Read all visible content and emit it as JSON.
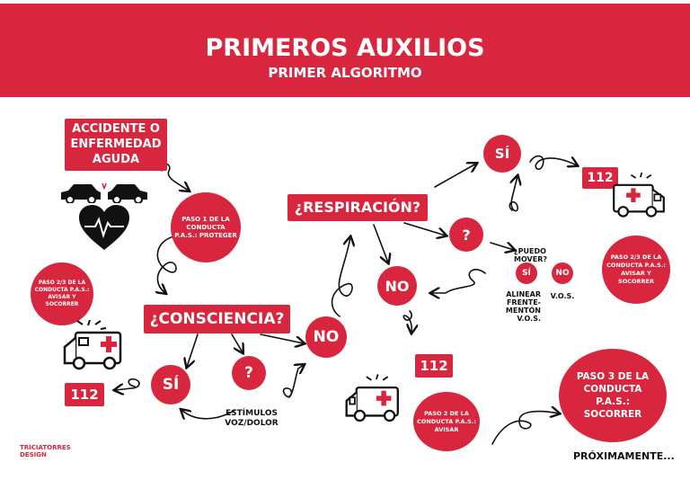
{
  "header": {
    "title": "PRIMEROS AUXILIOS",
    "subtitle": "PRIMER ALGORITMO"
  },
  "nodes": {
    "accidente": "ACCIDENTE O ENFERMEDAD AGUDA",
    "paso1": "PASO 1 DE LA CONDUCTA P.A.S.: PROTEGER",
    "consciencia": "¿CONSCIENCIA?",
    "paso23_left": "PASO 2/3 DE LA CONDUCTA P.A.S.: AVISAR Y SOCORRER",
    "si_left": "SÍ",
    "num_112_left": "112",
    "q_estimulos": "?",
    "estimulos": "ESTÍMULOS VOZ/DOLOR",
    "no_consciencia": "NO",
    "respiracion": "¿RESPIRACIÓN?",
    "si_top": "SÍ",
    "num_112_top": "112",
    "paso23_right": "PASO 2/3 DE LA CONDUCTA P.A.S.: AVISAR Y SOCORRER",
    "q_mover": "?",
    "puedo_mover": "¿PUEDO MOVER?",
    "si_mover": "SÍ",
    "no_mover": "NO",
    "alinear": "ALINEAR FRENTE-MENTÓN V.O.S.",
    "vos": "V.O.S.",
    "no_resp": "NO",
    "num_112_mid": "112",
    "paso2_avisar": "PASO 2 DE LA CONDUCTA P.A.S.: AVISAR",
    "paso3": "PASO 3 DE LA CONDUCTA P.A.S.: SOCORRER",
    "proximamente": "PRÓXIMAMENTE...",
    "brand": "TRICIATORRES DESIGN"
  },
  "colors": {
    "accent": "#d7263d",
    "ink": "#111111"
  },
  "icons": [
    "car-crash-icon",
    "heart-pulse-icon",
    "ambulance-icon"
  ]
}
